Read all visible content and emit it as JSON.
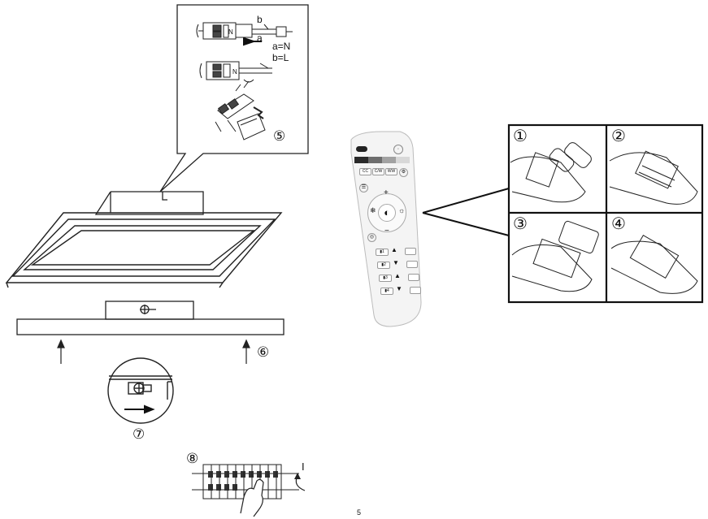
{
  "wiring_inset": {
    "label_b": "b",
    "label_a": "a",
    "legend_n": "a=N",
    "legend_l": "b=L",
    "step": "⑤"
  },
  "terminal_mark": "N",
  "mounting": {
    "step": "⑥"
  },
  "screw_detail": {
    "step": "⑦"
  },
  "breaker": {
    "step": "⑧",
    "on_mark": "I"
  },
  "remote": {
    "buttons": {
      "cc": "CC",
      "cw": "C/W",
      "ww": "WW",
      "plus": "+",
      "minus": "−",
      "group1": "▮1",
      "group2": "▮2",
      "group3": "▮3",
      "group4": "▮4"
    },
    "battery_steps": [
      "①",
      "②",
      "③",
      "④"
    ]
  },
  "page_number": "5"
}
